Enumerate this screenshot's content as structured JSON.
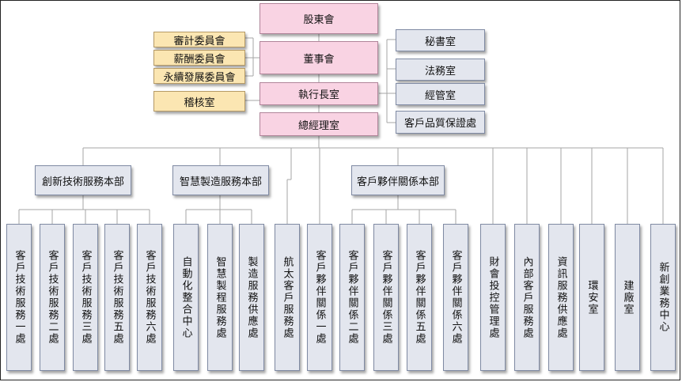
{
  "top": {
    "shareholders": "股東會",
    "board": "董事會",
    "ceo_office": "執行長室",
    "president_office": "總經理室"
  },
  "committees": [
    "審計委員會",
    "薪酬委員會",
    "永續發展委員會"
  ],
  "audit_office": "稽核室",
  "staff_offices": [
    "秘書室",
    "法務室",
    "經管室",
    "客戶品質保證處"
  ],
  "divisions": [
    "創新技術服務本部",
    "智慧製造服務本部",
    "客戶夥伴關係本部"
  ],
  "units": [
    "客戶技術服務一處",
    "客戶技術服務二處",
    "客戶技術服務三處",
    "客戶技術服務五處",
    "客戶技術服務六處",
    "自動化整合中心",
    "智慧製程服務處",
    "製造服務供應處",
    "航太客戶服務處",
    "客戶夥伴關係一處",
    "客戶夥伴關係二處",
    "客戶夥伴關係三處",
    "客戶夥伴關係五處",
    "客戶夥伴關係六處",
    "財會投控管理處",
    "內部客戶服務處",
    "資訊服務供應處",
    "環安室",
    "建廠室",
    "新創業務中心"
  ],
  "colors": {
    "pink_fill": "#f9d3e3",
    "yellow_fill": "#fbe6b2",
    "gray_fill": "#e3e6ee",
    "connector": "#a6a6a6"
  }
}
